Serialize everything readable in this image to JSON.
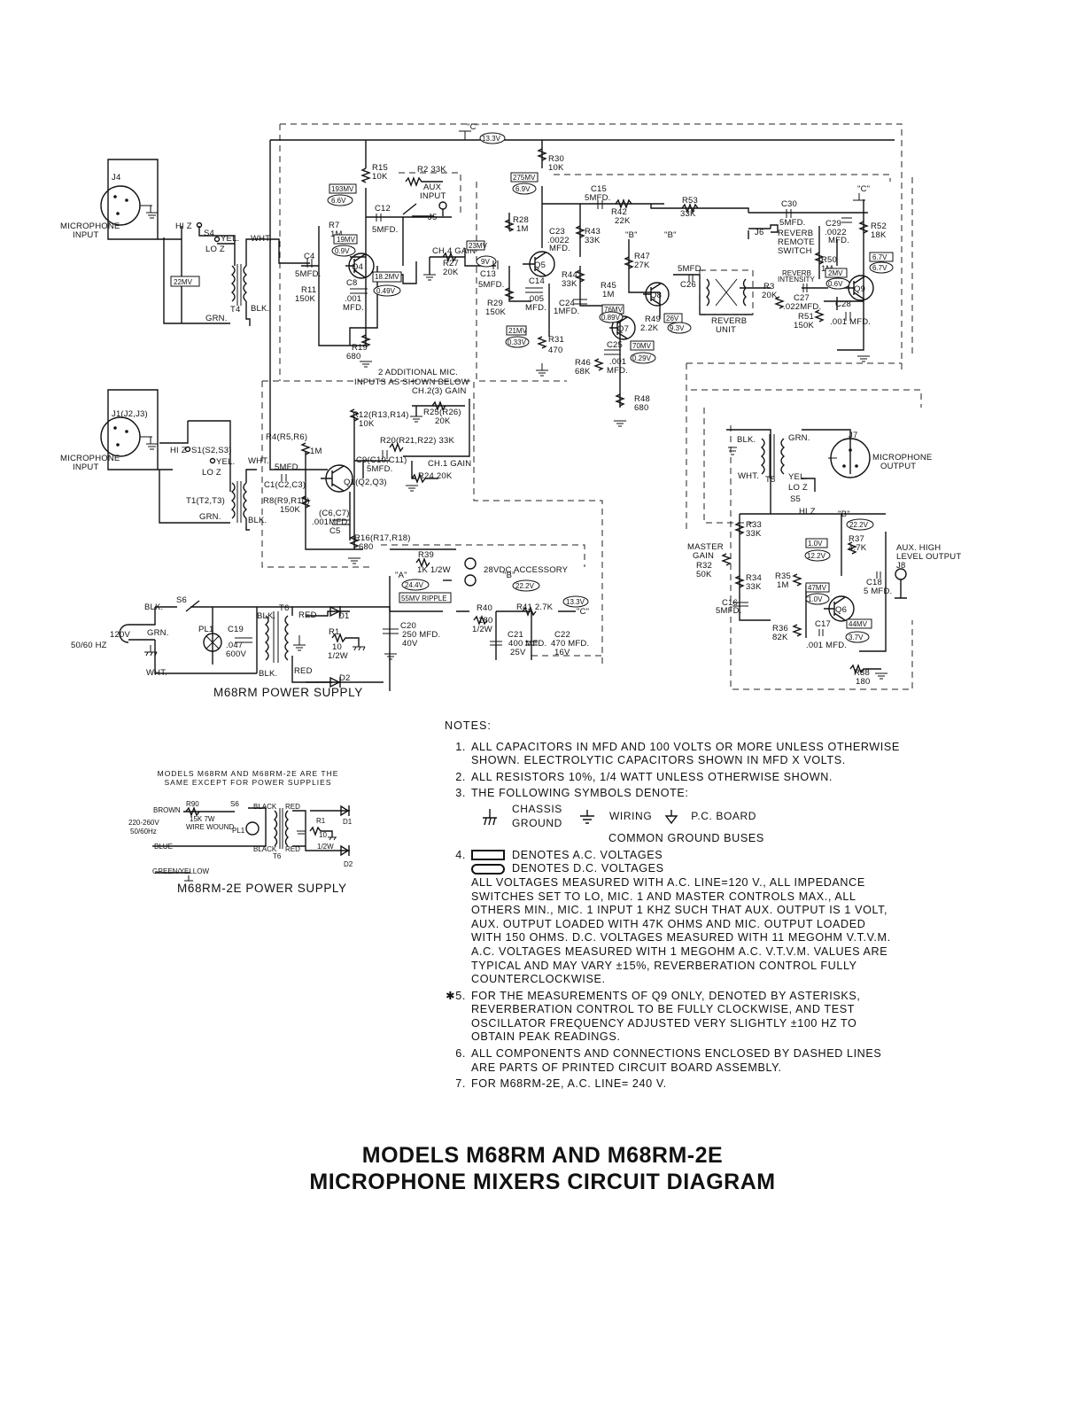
{
  "title": {
    "line1": "MODELS M68RM AND M68RM-2E",
    "line2": "MICROPHONE MIXERS CIRCUIT DIAGRAM"
  },
  "captions": {
    "power_supply": "M68RM POWER SUPPLY",
    "power_supply_2e": "M68RM-2E POWER SUPPLY",
    "models_note_line1": "MODELS M68RM AND M68RM-2E ARE THE",
    "models_note_line2": "SAME EXCEPT FOR POWER SUPPLIES"
  },
  "notes": {
    "header": "NOTES:",
    "items": [
      {
        "num": "1.",
        "lines": [
          "ALL CAPACITORS IN MFD AND 100 VOLTS OR MORE UNLESS OTHERWISE",
          "SHOWN. ELECTROLYTIC CAPACITORS SHOWN IN MFD X VOLTS."
        ]
      },
      {
        "num": "2.",
        "lines": [
          "ALL RESISTORS 10%, 1/4 WATT UNLESS OTHERWISE SHOWN."
        ]
      },
      {
        "num": "3.",
        "lines": [
          "THE FOLLOWING SYMBOLS DENOTE:"
        ]
      }
    ],
    "symbols": {
      "chassis": "CHASSIS GROUND",
      "wiring": "WIRING",
      "pcboard": "P.C. BOARD",
      "buses": "COMMON GROUND BUSES"
    },
    "note4": {
      "num": "4.",
      "ac": "DENOTES A.C. VOLTAGES",
      "dc": "DENOTES D.C. VOLTAGES",
      "lines": [
        "ALL VOLTAGES MEASURED WITH A.C. LINE=120 V., ALL IMPEDANCE",
        "SWITCHES SET TO LO, MIC. 1 AND MASTER CONTROLS MAX., ALL",
        "OTHERS MIN., MIC. 1 INPUT 1 KHZ SUCH THAT AUX. OUTPUT IS 1 VOLT,",
        "AUX. OUTPUT LOADED WITH 47K OHMS AND MIC. OUTPUT LOADED",
        "WITH 150 OHMS. D.C. VOLTAGES MEASURED WITH 11 MEGOHM V.T.V.M.",
        "A.C. VOLTAGES MEASURED WITH 1 MEGOHM A.C. V.T.V.M. VALUES ARE",
        "TYPICAL AND MAY VARY ±15%, REVERBERATION CONTROL FULLY",
        "COUNTERCLOCKWISE."
      ]
    },
    "tail": [
      {
        "num": "✱5.",
        "lines": [
          "FOR THE MEASUREMENTS OF Q9 ONLY, DENOTED BY ASTERISKS,",
          "REVERBERATION CONTROL TO BE FULLY CLOCKWISE, AND TEST",
          "OSCILLATOR FREQUENCY ADJUSTED VERY SLIGHTLY ±100 HZ TO",
          "OBTAIN PEAK READINGS."
        ]
      },
      {
        "num": "6.",
        "lines": [
          "ALL COMPONENTS AND CONNECTIONS ENCLOSED BY DASHED LINES",
          "ARE PARTS OF PRINTED CIRCUIT BOARD ASSEMBLY."
        ]
      },
      {
        "num": "7.",
        "lines": [
          "FOR M68RM-2E, A.C. LINE= 240 V."
        ]
      }
    ]
  },
  "schematic": {
    "connectors": {
      "j4": "J4",
      "mic_input": "MICROPHONE",
      "mic_input2": "INPUT",
      "j1": "J1(J2,J3)",
      "j7": "J7",
      "mic_output": "MICROPHONE",
      "mic_output2": "OUTPUT",
      "j5": "J5",
      "j6": "J6",
      "j8": "J8",
      "aux_input": "AUX",
      "aux_input2": "INPUT",
      "aux_high": "AUX. HIGH",
      "aux_high2": "LEVEL OUTPUT",
      "hiz": "HI Z",
      "loz": "LO Z",
      "s1": "S1(S2,S3)",
      "s4": "S4",
      "s5": "S5",
      "s6": "S6",
      "yel": "YEL.",
      "wht": "WHT.",
      "grn": "GRN.",
      "blk": "BLK."
    },
    "transistors": [
      "Q4",
      "Q5",
      "Q7",
      "Q8",
      "Q9",
      "Q1(Q2,Q3)",
      "Q6"
    ],
    "transformers": [
      "T4",
      "T1(T2,T3)",
      "T5",
      "T6"
    ],
    "resistors": {
      "r15": "R15",
      "r15v": "10K",
      "r2": "R2 33K",
      "r7": "R7",
      "r7v": "1M",
      "r11": "R11",
      "r11v": "150K",
      "r19": "R19",
      "r19v": "680",
      "r27": "R27",
      "r27v": "20K",
      "r30": "R30",
      "r30v": "10K",
      "r28": "R28",
      "r28v": "1M",
      "r29": "R29",
      "r29v": "150K",
      "r31": "R31",
      "r31v": "470",
      "r42": "R42",
      "r42v": "22K",
      "r43": "R43",
      "r43v": "33K",
      "r44": "R44",
      "r44v": "33K",
      "r45": "R45",
      "r45v": "1M",
      "r46": "R46",
      "r46v": "68K",
      "r47": "R47",
      "r47v": "27K",
      "r48": "R48",
      "r48v": "680",
      "r49": "R49",
      "r49v": "2.2K",
      "r53": "R53",
      "r53v": "33K",
      "r52": "R52",
      "r52v": "18K",
      "r50": "R50",
      "r50v": "1M",
      "r51": "R51",
      "r51v": "150K",
      "r3": "R3",
      "r3v": "20K",
      "r12": "R12(R13,R14)",
      "r12v": "10K",
      "r25": "R25(R26)",
      "r25v": "20K",
      "r4": "R4(R5,R6)",
      "r4v": "1M",
      "r20": "R20(R21,R22) 33K",
      "r24": "R24 20K",
      "r8": "R8(R9,R10)",
      "r8v": "150K",
      "r16": "R16(R17,R18)",
      "r16v": "680",
      "r39": "R39",
      "r39v": "1K 1/2W",
      "r40": "R40",
      "r40v": "180",
      "r40w": "1/2W",
      "r41": "R41 2.7K",
      "r1": "R1",
      "r1v": "10",
      "r1w": "1/2W",
      "r33": "R33",
      "r33v": "33K",
      "r32": "R32",
      "r32v": "50K",
      "r34": "R34",
      "r34v": "33K",
      "r35": "R35",
      "r35v": "1M",
      "r36": "R36",
      "r36v": "82K",
      "r37": "R37",
      "r37v": "4.7K",
      "r38": "R38",
      "r38v": "180",
      "master_gain": "MASTER",
      "master_gain2": "GAIN"
    },
    "capacitors": {
      "c4": "C4",
      "c4v": "5MFD.",
      "c8": "C8",
      "c8v": ".001",
      "c8v2": "MFD.",
      "c12": "C12",
      "c12v": "5MFD.",
      "c13": "C13",
      "c13v": "5MFD.",
      "c14": "C14",
      "c14v": ".005",
      "c14v2": "MFD.",
      "c15": "C15",
      "c15v": "5MFD.",
      "c23": "C23",
      "c23v": ".0022",
      "c23v2": "MFD.",
      "c24": "C24",
      "c24v": "1MFD.",
      "c25": "C25",
      "c25v": ".001",
      "c25v2": "MFD.",
      "c26": "C26",
      "c26v": "5MFD.",
      "c27": "C27",
      "c27v": ".022MFD.",
      "c28": "C28",
      "c28v": ".001 MFD.",
      "c29": "C29",
      "c29v": ".0022",
      "c29v2": "MFD.",
      "c30": "C30",
      "c30v": "5MFD.",
      "c9": "C9(C10,C11)",
      "c9v": "5MFD.",
      "c1": "C1(C2,C3)",
      "c1v": "5MFD.",
      "c5": "C5",
      "c5v": "(C6,C7)",
      "c5v2": ".001MFD.",
      "c19": "C19",
      "c19v": ".047",
      "c19v2": "600V",
      "c20": "C20",
      "c20v": "250 MFD.",
      "c20v2": "40V",
      "c21": "C21",
      "c21v": "400 MFD.",
      "c21v2": "25V",
      "c22": "C22",
      "c22v": "470 MFD.",
      "c22v2": "16V",
      "c16": "C16",
      "c16v": "5MFD.",
      "c17": "C17",
      "c17v": ".001 MFD.",
      "c18": "C18",
      "c18v": "5 MFD."
    },
    "voltages_dc": [
      "13.3V",
      "6.6V",
      "0.9V",
      "0.49V",
      "6.9V",
      "9V",
      "0.33V",
      "0.89V",
      "0.29V",
      "9.3V",
      "6.7V",
      "0.6V",
      "24.4V",
      "22.2V",
      "13.3V",
      "22.2V",
      "12.2V",
      "1.0V",
      "3.7V",
      "*",
      "*"
    ],
    "voltages_ac": [
      "193MV",
      "19MV",
      "18.2MV",
      "22MV",
      "275MV",
      "23MV",
      "21MV",
      "76MV",
      "70MV",
      "26V",
      "0.6V",
      "2MV",
      "55MV RIPPLE",
      "1.0V",
      "47MV",
      "44MV"
    ],
    "misc": {
      "ch4": "CH.4 GAIN",
      "ch23": "CH.2(3) GAIN",
      "ch1": "CH.1 GAIN",
      "add_mic1": "2 ADDITIONAL MIC.",
      "add_mic2": "INPUTS AS SHOWN BELOW",
      "reverb_switch1": "REVERB",
      "reverb_switch2": "REMOTE",
      "reverb_switch3": "SWITCH",
      "reverb_int1": "REVERB",
      "reverb_int2": "INTENSITY",
      "reverb_unit1": "REVERB",
      "reverb_unit2": "UNIT",
      "vdc": "28VDC ACCESSORY",
      "pl1": "PL1",
      "d1": "D1",
      "d2": "D2",
      "line": "120V",
      "hz": "50/60 HZ",
      "red": "RED",
      "a": "\"A\"",
      "b": "\"B\"",
      "c": "\"C\"",
      "c2": "\"C\""
    },
    "ps2e": {
      "brown": "BROWN",
      "blue": "BLUE",
      "green": "GREEN/YELLOW",
      "r90": "R90",
      "r90v": "15K 7W",
      "r90v2": "WIRE WOUND",
      "line": "220-260V",
      "hz": "50/60Hz",
      "s6": "S6",
      "pl1": "PL1",
      "black": "BLACK",
      "red": "RED",
      "r1": "R1",
      "r1v": "10",
      "r1w": "1/2W",
      "d1": "D1",
      "d2": "D2",
      "t6": "T6"
    }
  }
}
